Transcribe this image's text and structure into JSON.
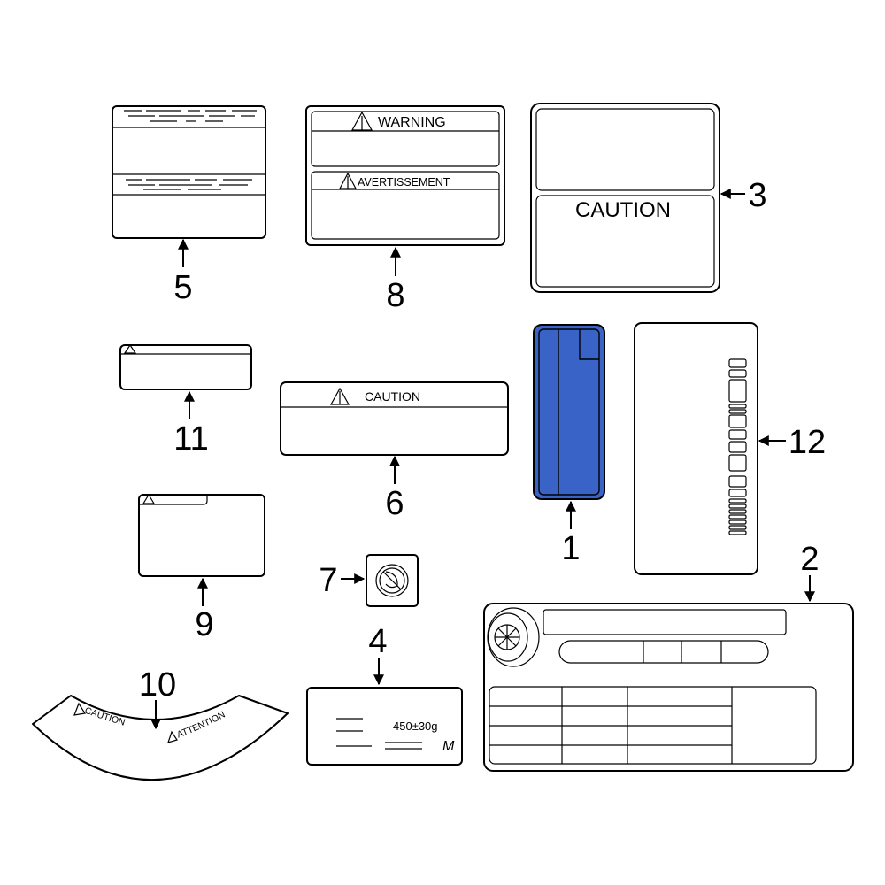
{
  "callouts": {
    "c1": "1",
    "c2": "2",
    "c3": "3",
    "c4": "4",
    "c5": "5",
    "c6": "6",
    "c7": "7",
    "c8": "8",
    "c9": "9",
    "c10": "10",
    "c11": "11",
    "c12": "12"
  },
  "labels": {
    "warning": "WARNING",
    "avertissement": "AVERTISSEMENT",
    "caution_big": "CAUTION",
    "caution_6": "CAUTION",
    "caution_10": "CAUTION",
    "attention_10": "ATTENTION",
    "weight_4": "450±30g",
    "mark_4": "M"
  },
  "colors": {
    "highlight": "#3a63c8",
    "line": "#000000"
  }
}
